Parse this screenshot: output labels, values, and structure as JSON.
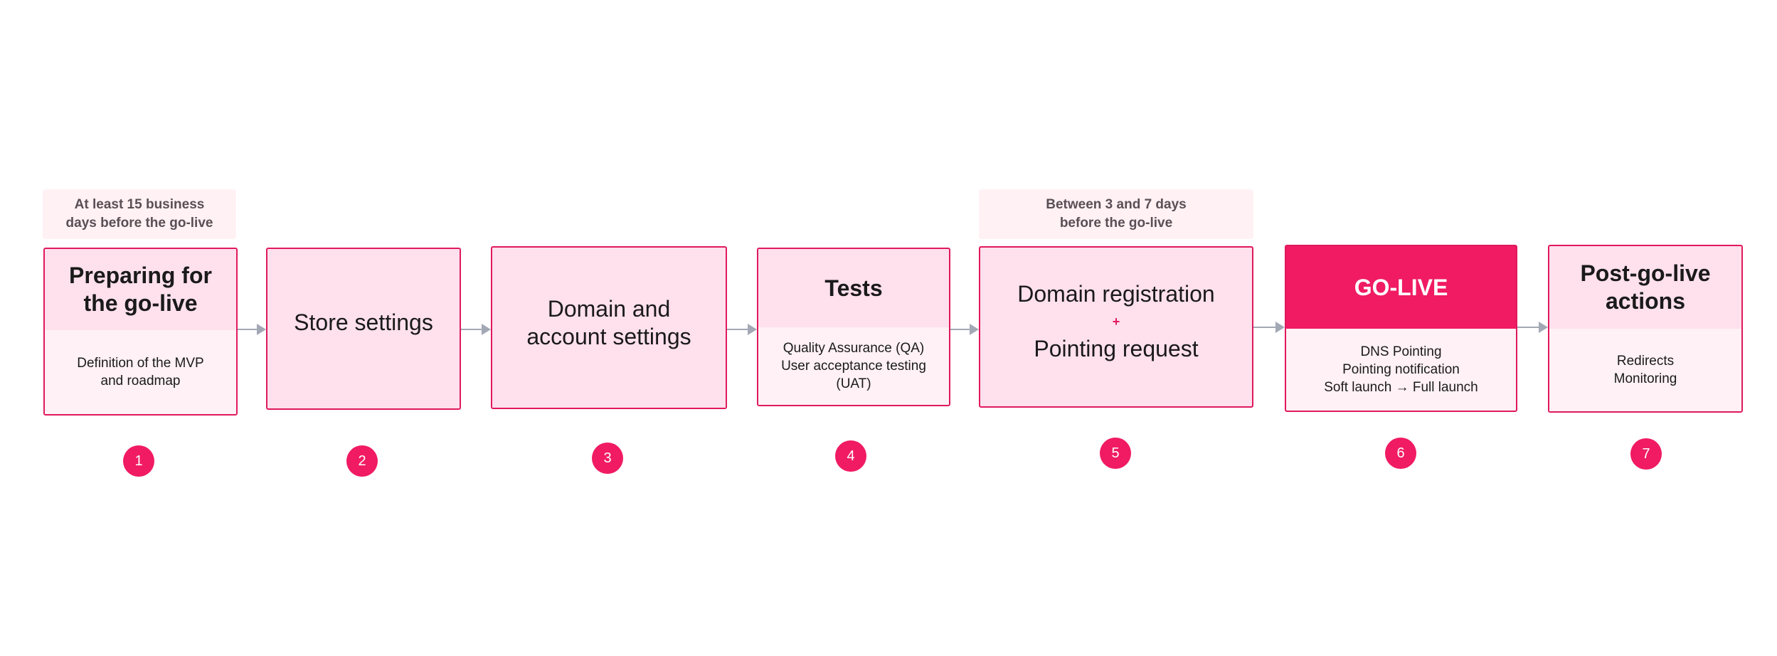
{
  "notes": {
    "first": "At least 15 business\ndays before the go-live",
    "second": "Between 3 and 7 days\nbefore the go-live"
  },
  "steps": [
    {
      "number": "1",
      "title": "Preparing for\nthe go-live",
      "detail": "Definition of the MVP\nand roadmap"
    },
    {
      "number": "2",
      "title": "Store settings"
    },
    {
      "number": "3",
      "title": "Domain and\naccount settings"
    },
    {
      "number": "4",
      "title": "Tests",
      "detail": "Quality Assurance (QA)\nUser acceptance testing\n(UAT)"
    },
    {
      "number": "5",
      "title_top": "Domain registration",
      "plus": "+",
      "title_bottom": "Pointing request"
    },
    {
      "number": "6",
      "title": "GO-LIVE",
      "detail": "DNS Pointing\nPointing notification\nSoft launch → Full launch"
    },
    {
      "number": "7",
      "title": "Post-go-live\nactions",
      "detail": "Redirects\nMonitoring"
    }
  ],
  "colors": {
    "accent": "#f01b63",
    "border": "#e0195c",
    "box_fill": "#ffe0ed",
    "detail_fill": "#fff1f5",
    "note_fill": "#fff1f4",
    "arrow": "#a3a8b5"
  }
}
